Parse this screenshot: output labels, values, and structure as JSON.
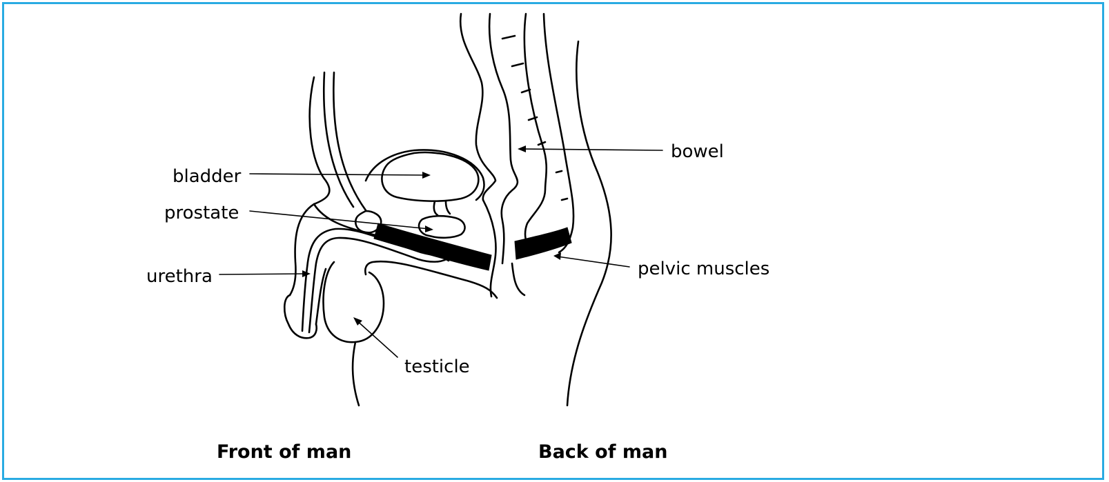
{
  "frame_color": "#29abe2",
  "labels": {
    "bladder": "bladder",
    "prostate": "prostate",
    "urethra": "urethra",
    "bowel": "bowel",
    "pelvic_muscles": "pelvic muscles",
    "testicle": "testicle"
  },
  "captions": {
    "front": "Front of man",
    "back": "Back of man"
  }
}
